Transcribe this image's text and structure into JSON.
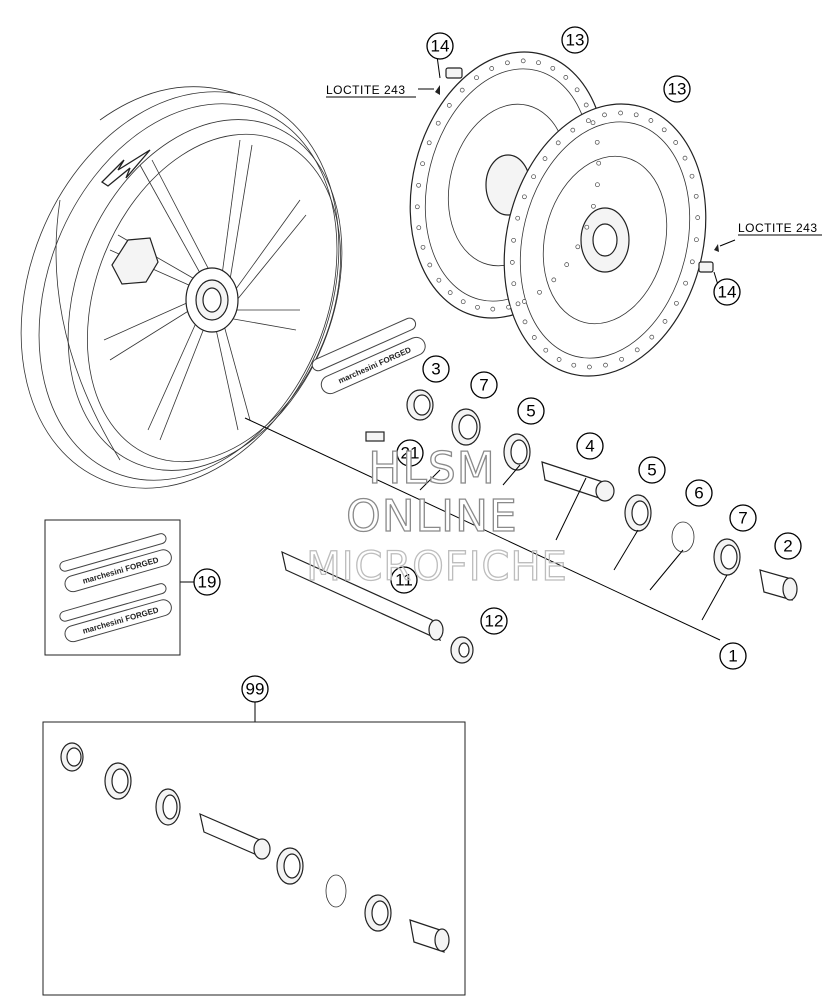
{
  "callouts": [
    "1",
    "2",
    "3",
    "4",
    "5",
    "5",
    "6",
    "7",
    "7",
    "11",
    "12",
    "13",
    "13",
    "14",
    "14",
    "19",
    "21",
    "99"
  ],
  "loctite_labels": [
    "LOCTITE 243",
    "LOCTITE 243"
  ],
  "decal_text": "marchesini FORGED",
  "watermark": [
    "HLSM",
    "ONLINE",
    "MICROFICHE"
  ]
}
